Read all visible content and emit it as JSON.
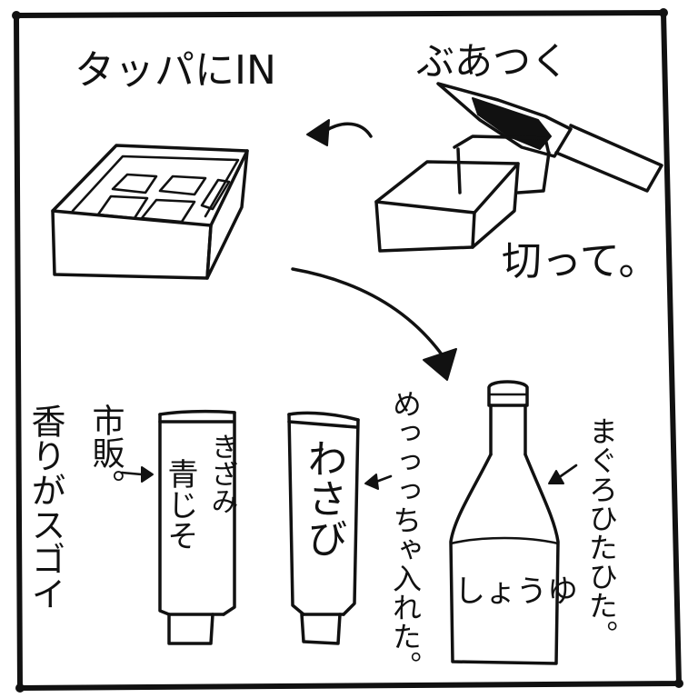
{
  "labels": {
    "tupperware_in": "タッパにIN",
    "cut_thick": "ぶあつく",
    "cut": "切って。",
    "store_bought": "市販。",
    "smell_great": "香りがスゴイ",
    "chopped_shiso_line1": "きざみ",
    "chopped_shiso_line2": "青じそ",
    "wasabi": "わさび",
    "lots_added": "めっっっちゃ入れた。",
    "soak_tuna": "まぐろひたひた。",
    "soy_sauce": "しょうゆ"
  },
  "colors": {
    "ink": "#111111",
    "paper": "#ffffff"
  },
  "icons": [
    "knife-icon",
    "arrow-left-icon",
    "arrow-curve-icon",
    "arrow-small-icon"
  ]
}
